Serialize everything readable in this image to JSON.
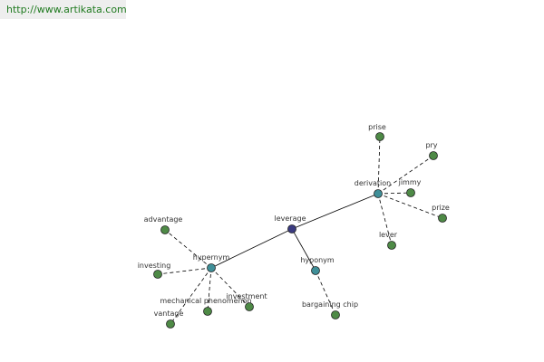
{
  "banner": {
    "url": "http://www.artikata.com"
  },
  "colors": {
    "center": "#3a3a80",
    "relation": "#3f8f98",
    "term": "#4e8a46",
    "stroke": "#222222",
    "edge": "#000000"
  },
  "graph": {
    "center": {
      "id": "leverage",
      "label": "leverage"
    },
    "relations": [
      {
        "id": "hypernym",
        "label": "hypernym"
      },
      {
        "id": "hyponym",
        "label": "hyponym"
      },
      {
        "id": "derivation",
        "label": "derivation"
      }
    ],
    "terms": [
      {
        "id": "advantage",
        "label": "advantage",
        "relation": "hypernym"
      },
      {
        "id": "investing",
        "label": "investing",
        "relation": "hypernym"
      },
      {
        "id": "mechanical-phenomenon",
        "label": "mechanical phenomenon",
        "relation": "hypernym"
      },
      {
        "id": "investment",
        "label": "investment",
        "relation": "hypernym"
      },
      {
        "id": "vantage",
        "label": "vantage",
        "relation": "hypernym"
      },
      {
        "id": "bargaining-chip",
        "label": "bargaining chip",
        "relation": "hyponym"
      },
      {
        "id": "prise",
        "label": "prise",
        "relation": "derivation"
      },
      {
        "id": "pry",
        "label": "pry",
        "relation": "derivation"
      },
      {
        "id": "jimmy",
        "label": "jimmy",
        "relation": "derivation"
      },
      {
        "id": "prize",
        "label": "prize",
        "relation": "derivation"
      },
      {
        "id": "lever",
        "label": "lever",
        "relation": "derivation"
      }
    ]
  }
}
